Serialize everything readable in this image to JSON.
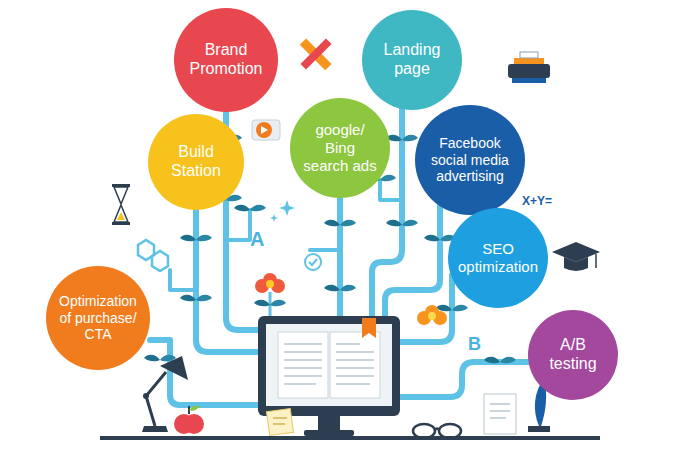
{
  "diagram": {
    "nodes": [
      {
        "text": [
          "Brand Promotion"
        ]
      },
      {
        "text": [
          "Landing page"
        ]
      },
      {
        "text": [
          "Build Station"
        ]
      },
      {
        "text": [
          "google/ Bing search ads"
        ]
      },
      {
        "text": [
          "Facebook social media advertising"
        ]
      },
      {
        "text": [
          "SEO optimization"
        ]
      },
      {
        "text": [
          "Optimization of purchase/ CTA"
        ]
      },
      {
        "text": [
          "A/B testing"
        ]
      }
    ],
    "labels": [
      "A",
      "B",
      "X+Y="
    ]
  }
}
